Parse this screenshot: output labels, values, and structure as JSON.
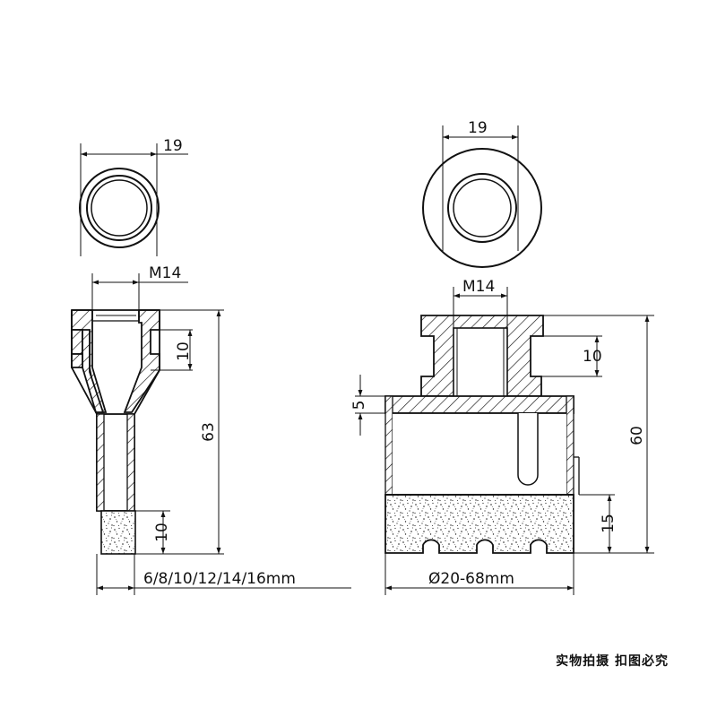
{
  "left_drawing": {
    "top_view_diameter": "19",
    "thread_size": "M14",
    "neck_height": "10",
    "total_length": "63",
    "tip_height": "10",
    "bit_sizes": "6/8/10/12/14/16mm"
  },
  "right_drawing": {
    "top_view_diameter": "19",
    "thread_size": "M14",
    "neck_height": "10",
    "flange_step": "5",
    "total_length": "60",
    "segment_height": "15",
    "diameter_range": "Ø20-68mm"
  },
  "caption": "实物拍摄 扣图必究",
  "colors": {
    "line": "#111111",
    "background": "#ffffff"
  }
}
